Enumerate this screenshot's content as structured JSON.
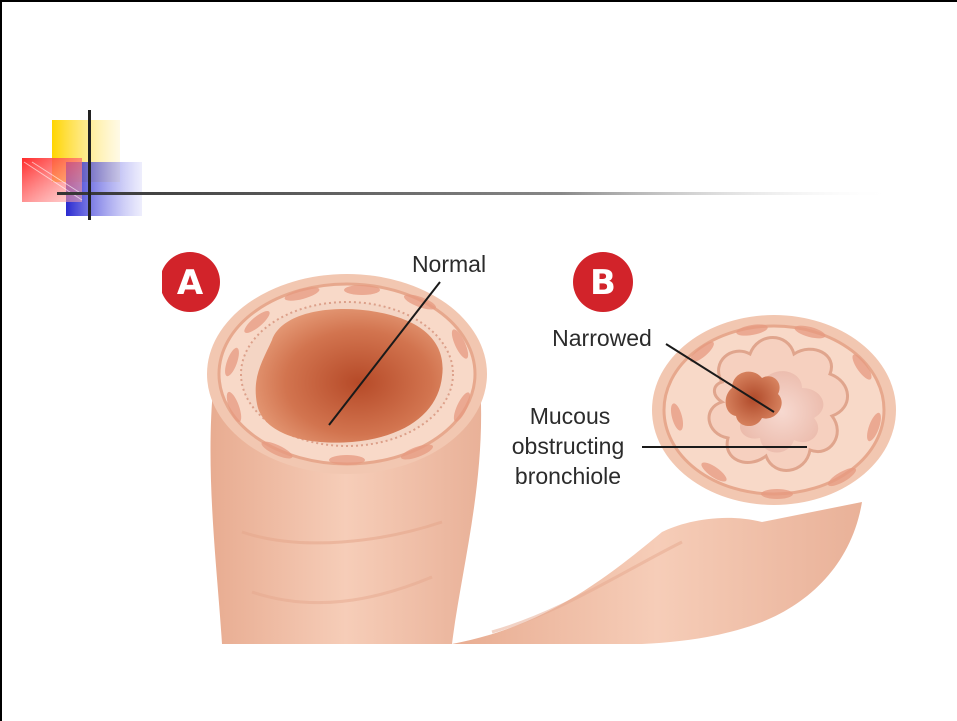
{
  "colors": {
    "deco_yellow": "#ffd500",
    "deco_red": "#ff2a2a",
    "deco_blue": "#2a2ad0",
    "badge_red": "#d2232a",
    "tissue": "#f3c6ae",
    "lumen": "#c8603c"
  },
  "panels": {
    "a": {
      "badge": "A",
      "label": "Normal"
    },
    "b": {
      "badge": "B",
      "label_narrowed": "Narrowed",
      "label_mucous": [
        "Mucous",
        "obstructing",
        "bronchiole"
      ]
    }
  }
}
